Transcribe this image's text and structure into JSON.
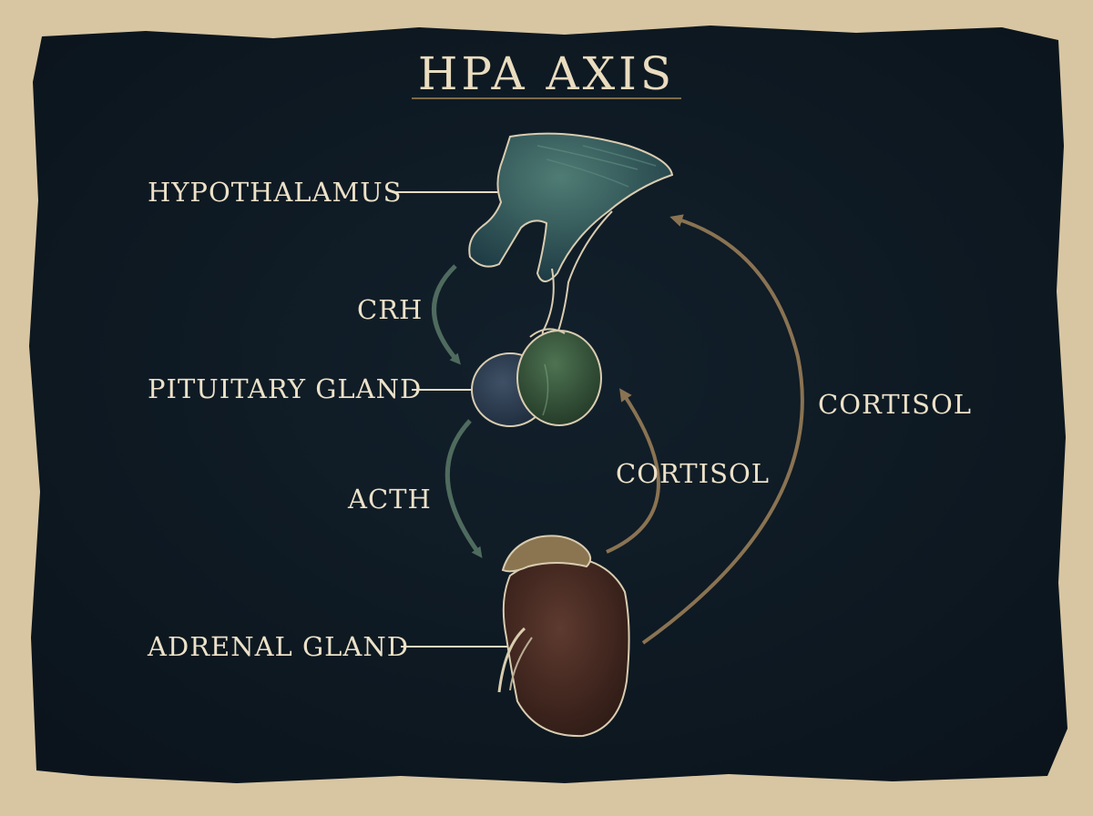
{
  "title": "HPA AXIS",
  "organs": {
    "hypothalamus": "HYPOTHALAMUS",
    "pituitary": "PITUITARY GLAND",
    "adrenal": "ADRENAL GLAND"
  },
  "hormones": {
    "crh": "CRH",
    "acth": "ACTH",
    "cortisol_short": "CORTISOL",
    "cortisol_long": "CORTISOL"
  },
  "colors": {
    "paper": "#d8c6a2",
    "board": "#0f1a24",
    "label_text": "#ece1c8",
    "stimulating_arrow": "#4f6b5e",
    "feedback_arrow": "#8a7352",
    "hypothalamus_tissue": "#3c5c56",
    "pituitary_left_lobe": "#2f3f52",
    "pituitary_right_lobe": "#3d5a3f",
    "kidney": "#4a2d24",
    "adrenal_cap": "#8a7550"
  }
}
